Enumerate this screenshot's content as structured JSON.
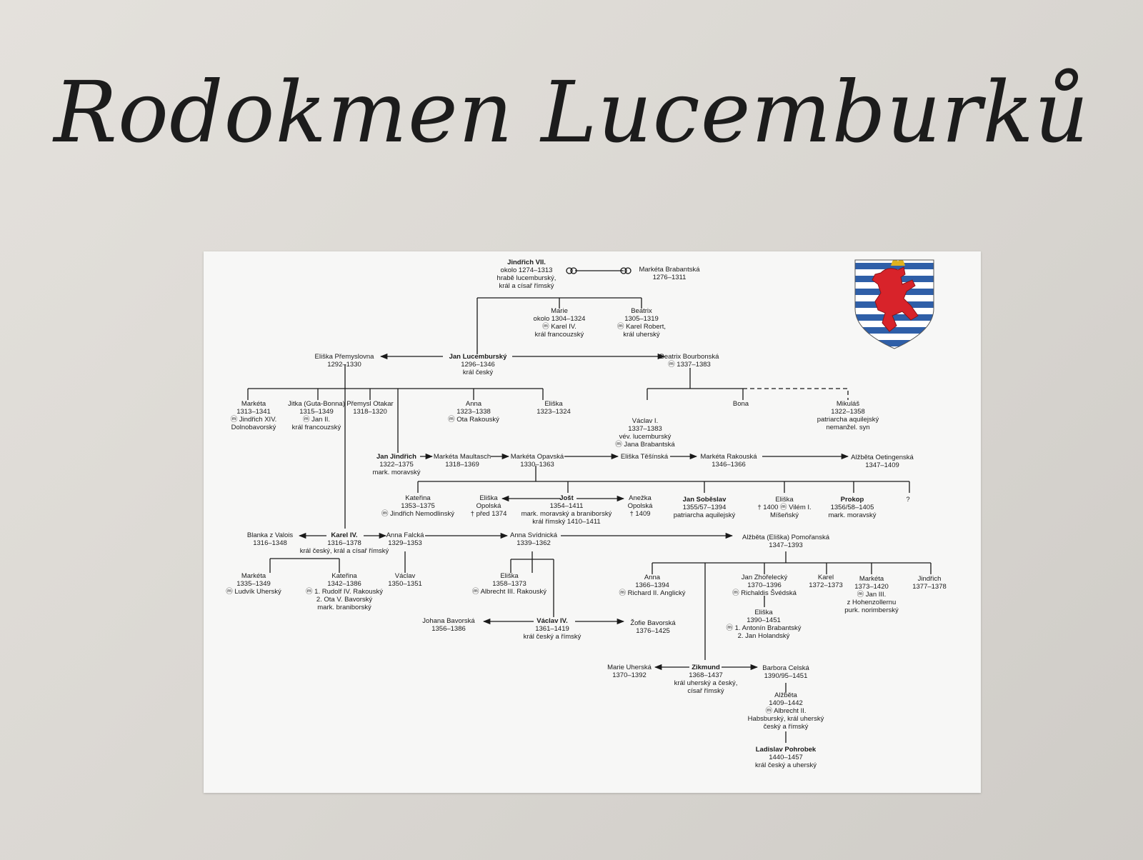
{
  "heading": "Rodokmen Lucemburků",
  "coat_of_arms": {
    "name": "Lucemburský lev",
    "colors": {
      "stripe_blue": "#2f5fa8",
      "stripe_white": "#ffffff",
      "lion": "#d8232a",
      "crown": "#e0b21e"
    }
  },
  "persons": [
    {
      "key": "jindrich7",
      "name": "Jindřich VII.",
      "bold": true,
      "lines": [
        "okolo 1274–1313",
        "hrabě lucemburský,",
        "král a císař římský"
      ]
    },
    {
      "key": "marketa_brab",
      "name": "Markéta Brabantská",
      "lines": [
        "1276–1311"
      ]
    },
    {
      "key": "marie",
      "name": "Marie",
      "lines": [
        "okolo 1304–1324",
        "ⓜ Karel IV.",
        "král francouzský"
      ]
    },
    {
      "key": "beatrix",
      "name": "Beatrix",
      "lines": [
        "1305–1319",
        "ⓜ Karel Robert,",
        "král uherský"
      ]
    },
    {
      "key": "eliska_prem",
      "name": "Eliška Přemyslovna",
      "lines": [
        "1292–1330"
      ]
    },
    {
      "key": "jan_luc",
      "name": "Jan Lucemburský",
      "bold": true,
      "lines": [
        "1296–1346",
        "král český"
      ]
    },
    {
      "key": "beatrix_bourb",
      "name": "Beatrix Bourbonská",
      "lines": [
        "ⓜ 1337–1383"
      ]
    },
    {
      "key": "marketa1313",
      "name": "Markéta",
      "lines": [
        "1313–1341",
        "ⓜ Jindřich XIV.",
        "Dolnobavorský"
      ]
    },
    {
      "key": "jitka",
      "name": "Jitka (Guta-Bonna)",
      "lines": [
        "1315–1349",
        "ⓜ Jan II.",
        "král francouzský"
      ]
    },
    {
      "key": "premysl_otakar",
      "name": "Přemysl Otakar",
      "lines": [
        "1318–1320"
      ]
    },
    {
      "key": "anna1323",
      "name": "Anna",
      "lines": [
        "1323–1338",
        "ⓜ Ota Rakouský"
      ]
    },
    {
      "key": "eliska1323",
      "name": "Eliška",
      "lines": [
        "1323–1324"
      ]
    },
    {
      "key": "vaclav1",
      "name": "Václav I.",
      "lines": [
        "1337–1383",
        "vév. lucemburský",
        "ⓜ Jana Brabantská"
      ]
    },
    {
      "key": "bona",
      "name": "Bona",
      "lines": []
    },
    {
      "key": "mikulas",
      "name": "Mikuláš",
      "lines": [
        "1322–1358",
        "patriarcha aquilejský",
        "nemanžel. syn"
      ]
    },
    {
      "key": "jan_jindrich",
      "name": "Jan Jindřich",
      "bold": true,
      "lines": [
        "1322–1375",
        "mark. moravský"
      ]
    },
    {
      "key": "marketa_maul",
      "name": "Markéta Maultasch",
      "lines": [
        "1318–1369"
      ]
    },
    {
      "key": "marketa_opav",
      "name": "Markéta Opavská",
      "lines": [
        "1330–1363"
      ]
    },
    {
      "key": "eliska_tes",
      "name": "Eliška Těšínská",
      "lines": []
    },
    {
      "key": "marketa_rak",
      "name": "Markéta Rakouská",
      "lines": [
        "1346–1366"
      ]
    },
    {
      "key": "alzbeta_oet",
      "name": "Alžběta Oetingenská",
      "lines": [
        "1347–1409"
      ]
    },
    {
      "key": "katerina1353",
      "name": "Kateřina",
      "lines": [
        "1353–1375",
        "ⓜ Jindřich Nemodlinský"
      ]
    },
    {
      "key": "eliska_opol",
      "name": "Eliška",
      "lines": [
        "Opolská",
        "† před 1374"
      ]
    },
    {
      "key": "jost",
      "name": "Jošt",
      "bold": true,
      "lines": [
        "1354–1411",
        "mark. moravský a braniborský",
        "král římský 1410–1411"
      ]
    },
    {
      "key": "anezka_opol",
      "name": "Anežka",
      "lines": [
        "Opolská",
        "† 1409"
      ]
    },
    {
      "key": "jan_sobeslav",
      "name": "Jan Soběslav",
      "bold": true,
      "lines": [
        "1355/57–1394",
        "patriarcha aquilejský"
      ]
    },
    {
      "key": "eliska1400",
      "name": "Eliška",
      "lines": [
        "† 1400 ⓜ Vilém I.",
        "Míšeňský"
      ]
    },
    {
      "key": "prokop",
      "name": "Prokop",
      "bold": true,
      "lines": [
        "1356/58–1405",
        "mark. moravský"
      ]
    },
    {
      "key": "unknown",
      "name": "?",
      "lines": []
    },
    {
      "key": "blanka",
      "name": "Blanka z Valois",
      "lines": [
        "1316–1348"
      ]
    },
    {
      "key": "karel4",
      "name": "Karel IV.",
      "bold": true,
      "lines": [
        "1316–1378",
        "král český, král a císař římský"
      ]
    },
    {
      "key": "anna_falcka",
      "name": "Anna Falcká",
      "lines": [
        "1329–1353"
      ]
    },
    {
      "key": "anna_svid",
      "name": "Anna Svídnická",
      "lines": [
        "1339–1362"
      ]
    },
    {
      "key": "alzbeta_pom",
      "name": "Alžběta (Eliška) Pomořanská",
      "lines": [
        "1347–1393"
      ]
    },
    {
      "key": "marketa1335",
      "name": "Markéta",
      "lines": [
        "1335–1349",
        "ⓜ Ludvík Uherský"
      ]
    },
    {
      "key": "katerina1342",
      "name": "Kateřina",
      "lines": [
        "1342–1386",
        "ⓜ 1. Rudolf IV. Rakouský",
        "2. Ota V. Bavorský",
        "mark. braniborský"
      ]
    },
    {
      "key": "vaclav1350",
      "name": "Václav",
      "lines": [
        "1350–1351"
      ]
    },
    {
      "key": "eliska1358",
      "name": "Eliška",
      "lines": [
        "1358–1373",
        "ⓜ Albrecht III. Rakouský"
      ]
    },
    {
      "key": "johana",
      "name": "Johana Bavorská",
      "lines": [
        "1356–1386"
      ]
    },
    {
      "key": "vaclav4",
      "name": "Václav IV.",
      "bold": true,
      "lines": [
        "1361–1419",
        "král český a římský"
      ]
    },
    {
      "key": "zofie",
      "name": "Žofie Bavorská",
      "lines": [
        "1376–1425"
      ]
    },
    {
      "key": "anna1366",
      "name": "Anna",
      "lines": [
        "1366–1394",
        "ⓜ Richard II. Anglický"
      ]
    },
    {
      "key": "jan_zhor",
      "name": "Jan Zhořelecký",
      "lines": [
        "1370–1396",
        "ⓜ Richaldis Švédská"
      ]
    },
    {
      "key": "karel1372",
      "name": "Karel",
      "lines": [
        "1372–1373"
      ]
    },
    {
      "key": "marketa1373",
      "name": "Markéta",
      "lines": [
        "1373–1420",
        "ⓜ Jan III.",
        "z Hohenzollernu",
        "purk. norimberský"
      ]
    },
    {
      "key": "jindrich1377",
      "name": "Jindřich",
      "lines": [
        "1377–1378"
      ]
    },
    {
      "key": "eliska1390",
      "name": "Eliška",
      "lines": [
        "1390–1451",
        "ⓜ 1. Antonín Brabantský",
        "2. Jan Holandský"
      ]
    },
    {
      "key": "marie_uher",
      "name": "Marie Uherská",
      "lines": [
        "1370–1392"
      ]
    },
    {
      "key": "zikmund",
      "name": "Zikmund",
      "bold": true,
      "lines": [
        "1368–1437",
        "král uherský a český,",
        "císař římský"
      ]
    },
    {
      "key": "barbora",
      "name": "Barbora Celská",
      "lines": [
        "1390/95–1451"
      ]
    },
    {
      "key": "alzbeta1409",
      "name": "Alžběta",
      "lines": [
        "1409–1442",
        "ⓜ Albrecht II.",
        "Habsburský, král uherský",
        "český a římský"
      ]
    },
    {
      "key": "ladislav",
      "name": "Ladislav Pohrobek",
      "bold": true,
      "lines": [
        "1440–1457",
        "král český a uherský"
      ]
    }
  ]
}
